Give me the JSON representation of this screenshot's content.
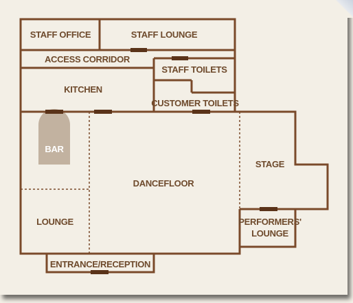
{
  "rooms": {
    "staff_office": "STAFF OFFICE",
    "staff_lounge": "STAFF LOUNGE",
    "access_corridor": "ACCESS CORRIDOR",
    "staff_toilets": "STAFF TOILETS",
    "kitchen": "KITCHEN",
    "customer_toilets": "CUSTOMER TOILETS",
    "bar": "BAR",
    "stage": "STAGE",
    "dancefloor": "DANCEFLOOR",
    "lounge": "LOUNGE",
    "performers_lounge_line1": "PERFORMERS'",
    "performers_lounge_line2": "LOUNGE",
    "entrance_reception": "ENTRANCE/RECEPTION"
  },
  "colors": {
    "wall": "#7a4a2a",
    "door": "#5a3319",
    "bar_fill": "#c2b2a0",
    "paper": "#f3efe6",
    "label": "#6e4a2c"
  }
}
